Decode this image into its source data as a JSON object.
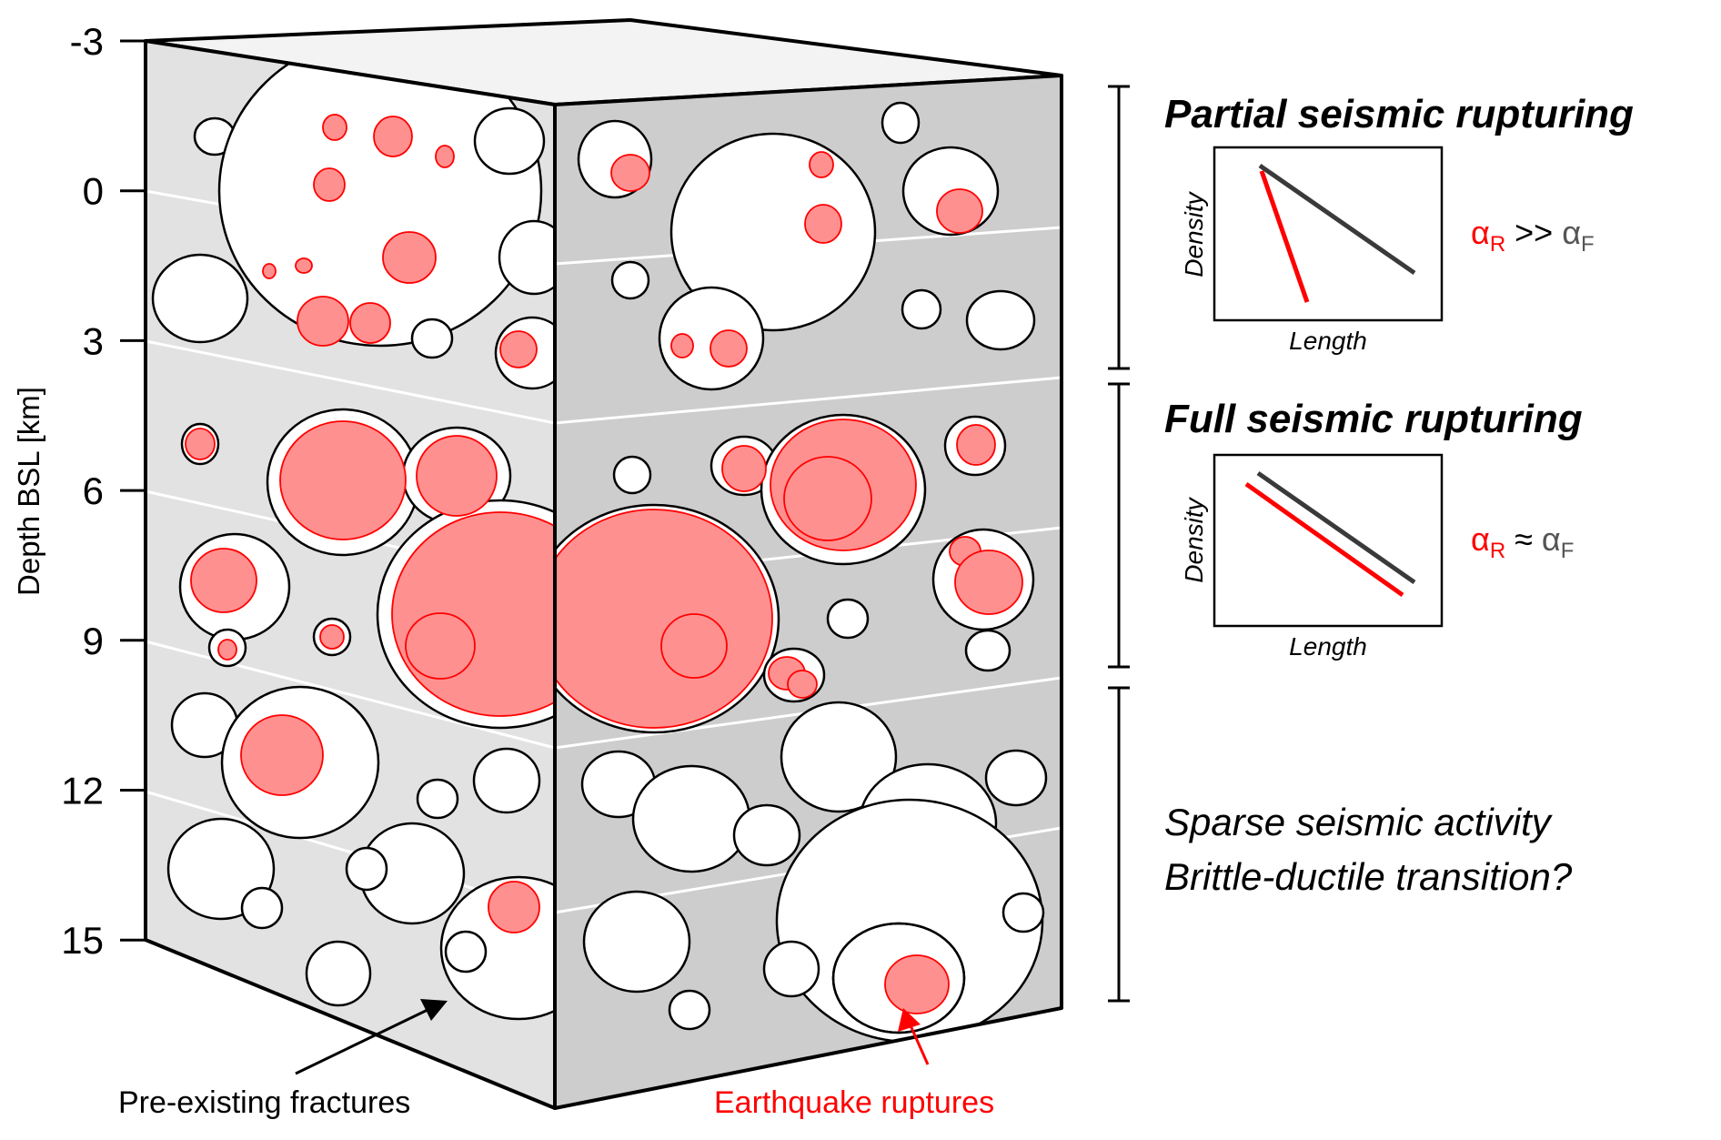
{
  "axis": {
    "label": "Depth BSL [km]",
    "ticks": [
      "-3",
      "0",
      "3",
      "6",
      "9",
      "12",
      "15"
    ]
  },
  "panels": [
    {
      "heading": "Partial seismic rupturing",
      "ylabel": "Density",
      "xlabel": "Length",
      "relation": {
        "sub1": "R",
        "op": " >> ",
        "sub2": "F"
      }
    },
    {
      "heading": "Full seismic rupturing",
      "ylabel": "Density",
      "xlabel": "Length",
      "relation": {
        "sub1": "R",
        "op": " ≈ ",
        "sub2": "F"
      }
    }
  ],
  "sparse": {
    "line1": "Sparse seismic activity",
    "line2": "Brittle-ductile transition?"
  },
  "callouts": {
    "fractures": "Pre-existing fractures",
    "ruptures": "Earthquake ruptures"
  },
  "colors": {
    "rupture": "#ff0000",
    "rupture_fill": "#ff9090",
    "fracture": "#ffffff",
    "left_face": "#e2e2e2",
    "right_face": "#cdcdcd",
    "top_face": "#f3f3f3",
    "outline": "#000000",
    "fit_line": "#3a3a3a"
  },
  "alpha_symbol": "α"
}
